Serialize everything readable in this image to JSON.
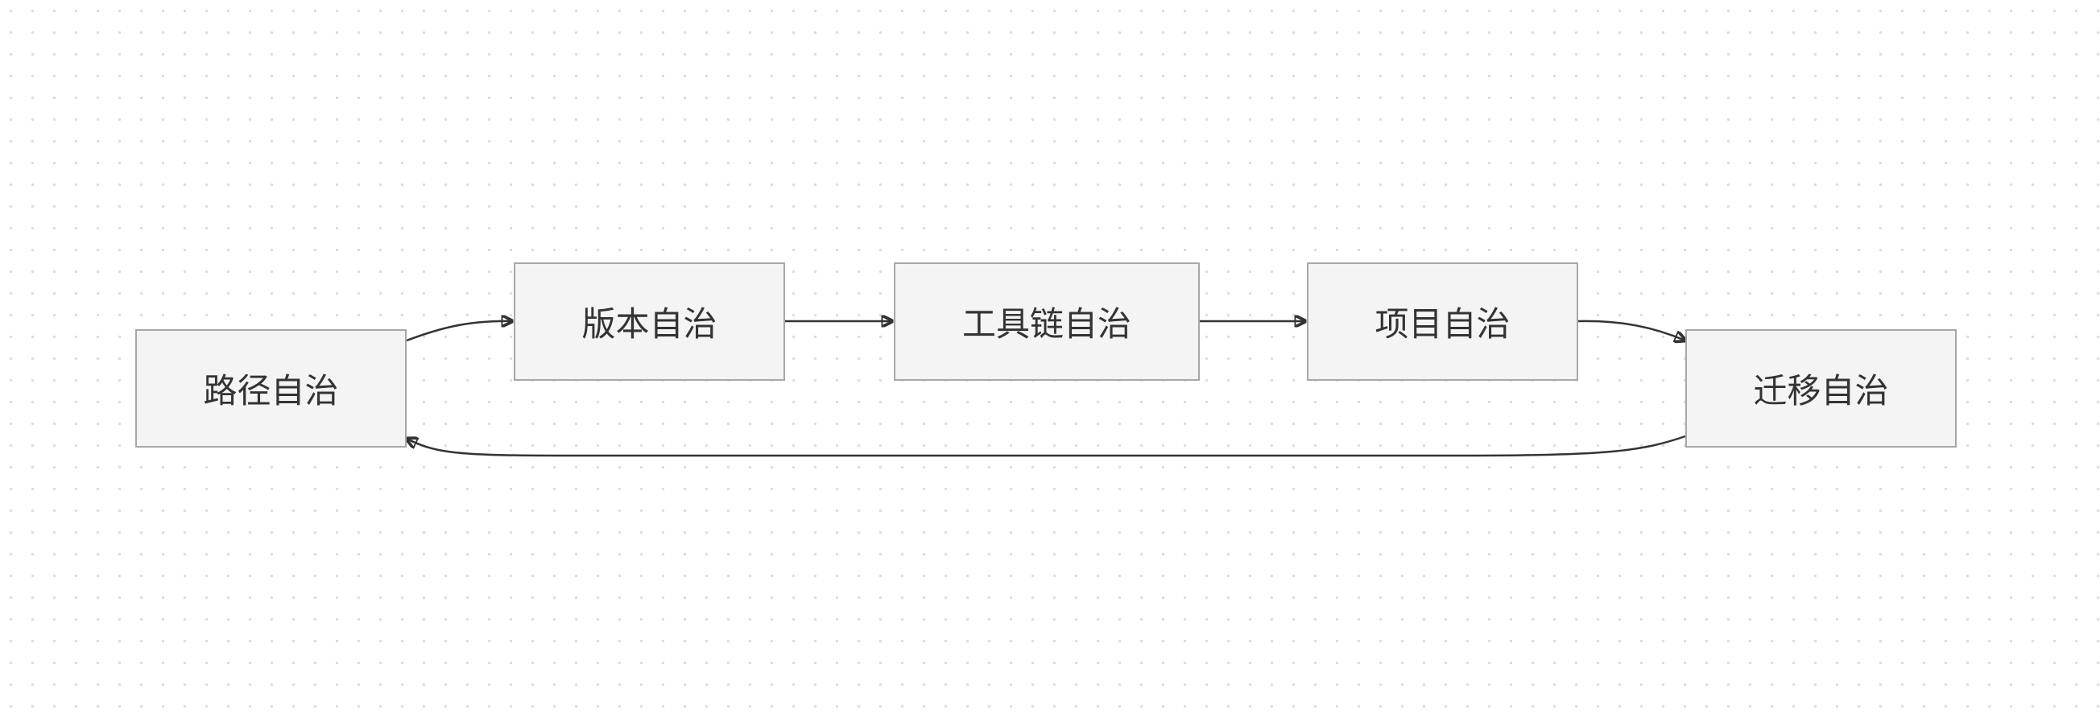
{
  "diagram": {
    "nodes": [
      {
        "id": "path",
        "label": "路径自治"
      },
      {
        "id": "version",
        "label": "版本自治"
      },
      {
        "id": "toolchain",
        "label": "工具链自治"
      },
      {
        "id": "project",
        "label": "项目自治"
      },
      {
        "id": "migrate",
        "label": "迁移自治"
      }
    ],
    "edges": [
      {
        "from": "path",
        "to": "version"
      },
      {
        "from": "version",
        "to": "toolchain"
      },
      {
        "from": "toolchain",
        "to": "project"
      },
      {
        "from": "project",
        "to": "migrate"
      },
      {
        "from": "migrate",
        "to": "path"
      }
    ],
    "colors": {
      "node_fill": "#f4f4f4",
      "node_border": "#a7a7a7",
      "text": "#333333",
      "edge": "#333333"
    }
  }
}
